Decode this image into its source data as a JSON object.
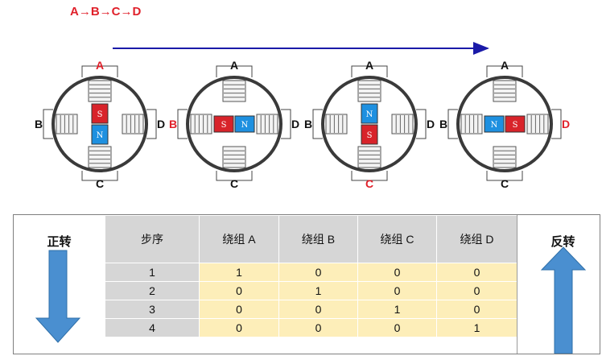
{
  "sequence_label": "A→B→C→D",
  "motors": [
    {
      "labels": {
        "top": "A",
        "left": "B",
        "right": "D",
        "bottom": "C"
      },
      "active": "top",
      "magnet": {
        "orientation": "vertical",
        "first": "S",
        "second": "N",
        "first_color": "#d8232a",
        "second_color": "#1e90e0"
      }
    },
    {
      "labels": {
        "top": "A",
        "left": "B",
        "right": "D",
        "bottom": "C"
      },
      "active": "left",
      "magnet": {
        "orientation": "horizontal",
        "first": "S",
        "second": "N",
        "first_color": "#d8232a",
        "second_color": "#1e90e0"
      }
    },
    {
      "labels": {
        "top": "A",
        "left": "B",
        "right": "D",
        "bottom": "C"
      },
      "active": "bottom",
      "magnet": {
        "orientation": "vertical",
        "first": "N",
        "second": "S",
        "first_color": "#1e90e0",
        "second_color": "#d8232a"
      }
    },
    {
      "labels": {
        "top": "A",
        "left": "B",
        "right": "D",
        "bottom": "C"
      },
      "active": "right",
      "magnet": {
        "orientation": "horizontal",
        "first": "N",
        "second": "S",
        "first_color": "#1e90e0",
        "second_color": "#d8232a"
      }
    }
  ],
  "colors": {
    "active_label": "#e0202a",
    "normal_label": "#111111",
    "arrow": "#1a1aa8",
    "down_arrow": "#4a8fd0",
    "up_arrow": "#4a8fd0"
  },
  "table": {
    "left_title": "正转",
    "right_title": "反转",
    "headers": [
      "步序",
      "绕组 A",
      "绕组 B",
      "绕组 C",
      "绕组 D"
    ],
    "rows": [
      [
        "1",
        "1",
        "0",
        "0",
        "0"
      ],
      [
        "2",
        "0",
        "1",
        "0",
        "0"
      ],
      [
        "3",
        "0",
        "0",
        "1",
        "0"
      ],
      [
        "4",
        "0",
        "0",
        "0",
        "1"
      ]
    ]
  }
}
